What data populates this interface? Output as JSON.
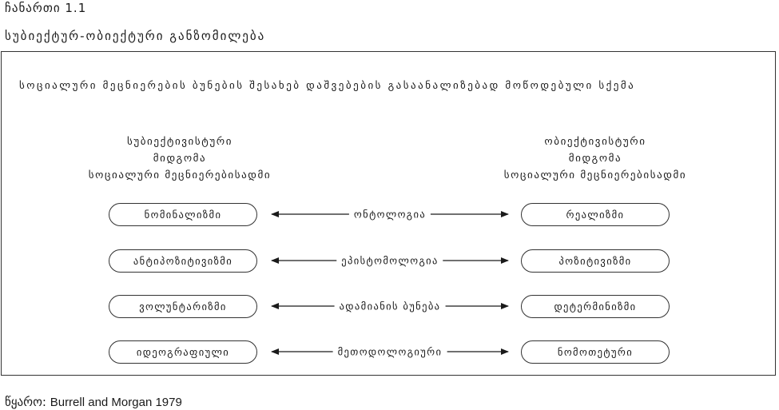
{
  "caption": {
    "label": "ჩანართი 1.1",
    "title": "სუბიექტურ-ობიექტური განზომილება"
  },
  "diagram": {
    "heading": "სოციალური მეცნიერების ბუნების შესახებ დაშვებების გასაანალიზებად მოწოდებული სქემა",
    "left_heading": [
      "სუბიექტივისტური",
      "მიდგომა",
      "სოციალური მეცნიერებისადმი"
    ],
    "right_heading": [
      "ობიექტივისტური",
      "მიდგომა",
      "სოციალური მეცნიერებისადმი"
    ],
    "rows": [
      {
        "left": "ნომინალიზმი",
        "dimension": "ონტოლოგია",
        "right": "რეალიზმი"
      },
      {
        "left": "ანტიპოზიტივიზმი",
        "dimension": "ეპისტომოლოგია",
        "right": "პოზიტივიზმი"
      },
      {
        "left": "ვოლუნტარიზმი",
        "dimension": "ადამიანის ბუნება",
        "right": "დეტერმინიზმი"
      },
      {
        "left": "იდეოგრაფიული",
        "dimension": "მეთოდოლოგიური",
        "right": "ნომოთეტური"
      }
    ]
  },
  "source": {
    "label": "წყარო:",
    "text": "Burrell and Morgan 1979"
  }
}
